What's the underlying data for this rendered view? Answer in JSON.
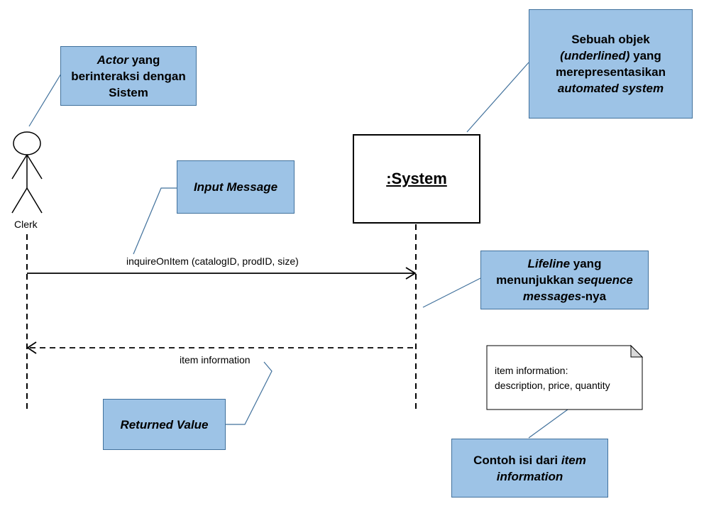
{
  "actor": {
    "name": "Clerk"
  },
  "system": {
    "label": ":System"
  },
  "messages": {
    "call": "inquireOnItem (catalogID, prodID, size)",
    "return": "item information"
  },
  "note": {
    "line1": "item information:",
    "line2": "description, price, quantity"
  },
  "callouts": {
    "actor": {
      "part1": "Actor",
      "part2": " yang",
      "line2": "berinteraksi dengan",
      "line3": "Sistem"
    },
    "input_message": {
      "text": "Input Message"
    },
    "object": {
      "line1": "Sebuah objek",
      "line2a": "(underlined)",
      "line2b": " yang",
      "line3": "merepresentasikan",
      "line4": "automated system"
    },
    "lifeline": {
      "line1a": "Lifeline",
      "line1b": " yang",
      "line2a": "menunjukkan ",
      "line2b": "sequence",
      "line3a": "messages",
      "line3b": "-nya"
    },
    "returned_value": {
      "text": "Returned Value"
    },
    "example": {
      "line1a": "Contoh isi dari ",
      "line1b": "item",
      "line2": "information"
    }
  },
  "colors": {
    "callout_fill": "#9dc3e6",
    "callout_border": "#41719c",
    "connector": "#41719c"
  }
}
